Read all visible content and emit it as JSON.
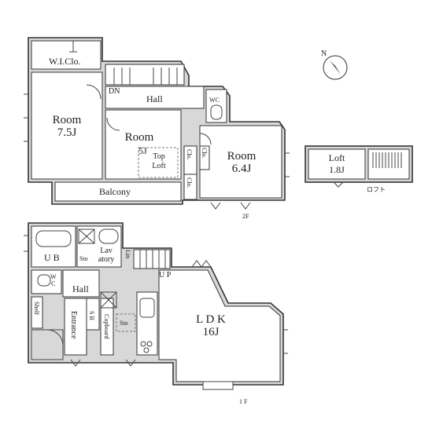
{
  "floor2": {
    "wic": "W.I.Clo.",
    "room_a": "Room",
    "room_a_size": "7.5J",
    "dn": "DN",
    "hall": "Hall",
    "wc": "WC",
    "room_b": "Room",
    "room_b_size": "5J",
    "top_loft": "Top\nLoft",
    "clo1": "Clo.",
    "clo2": "Clo.",
    "clo3": "Clo.",
    "room_c": "Room",
    "room_c_size": "6.4J",
    "balcony": "Balcony",
    "floor_label": "2F"
  },
  "loft": {
    "name": "Loft",
    "size": "1.8J",
    "caption": "ロフト"
  },
  "floor1": {
    "ub": "U B",
    "lavatory": "Lav\natory",
    "sto": "Sto",
    "lin": "Lin",
    "up": "U P",
    "wc": "W\nC",
    "hall": "Hall",
    "shelf": "Shelf",
    "entrance": "Entrance",
    "sb": "S B",
    "cupboard": "Cupboard",
    "sto2": "Sto",
    "ldk": "L D K",
    "ldk_size": "16J",
    "floor_label": "1 F"
  },
  "compass": {
    "north_label": "N",
    "icon": "north-arrow-icon"
  }
}
